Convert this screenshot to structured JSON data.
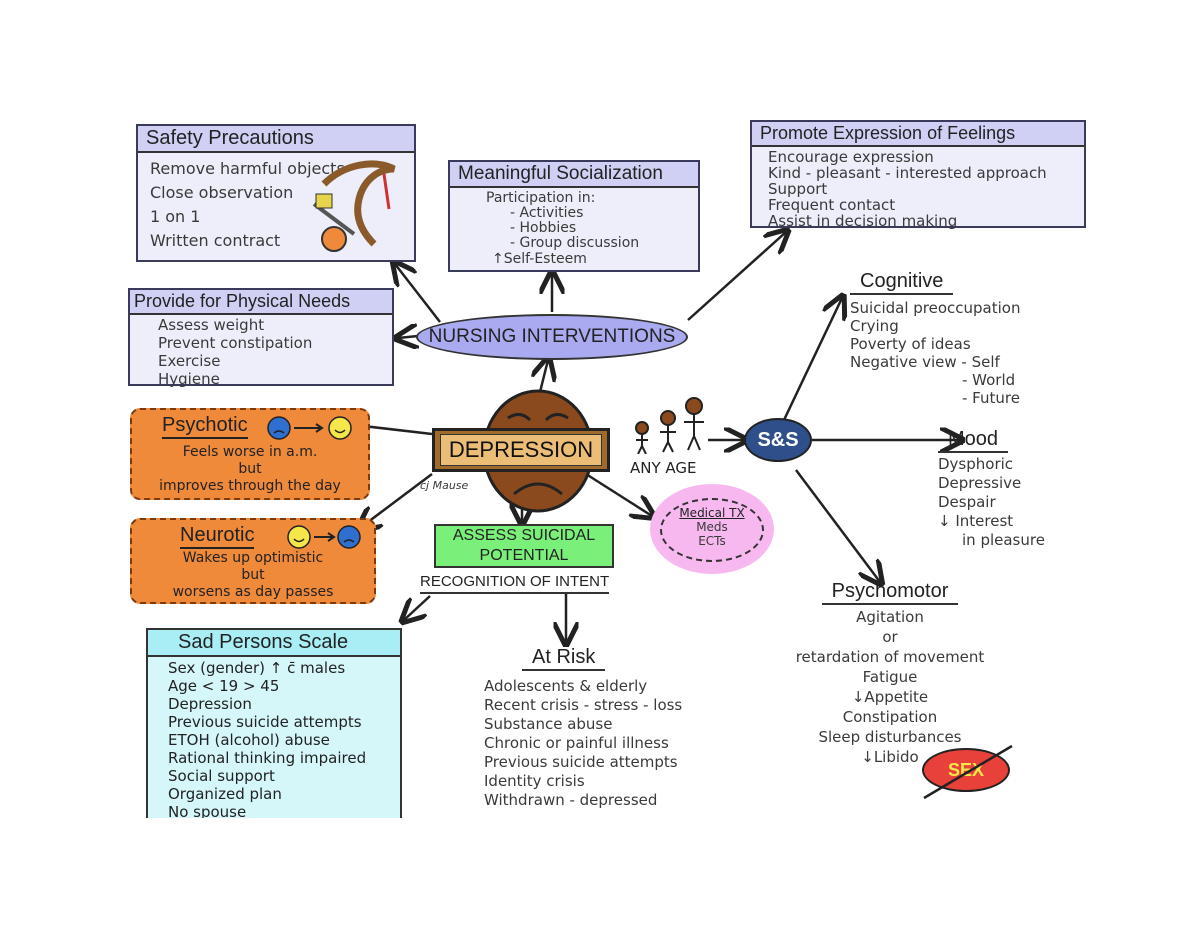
{
  "safety": {
    "title": "Safety Precautions",
    "items": [
      "Remove harmful objects",
      "Close observation",
      "1 on 1",
      "Written contract"
    ]
  },
  "socialization": {
    "title": "Meaningful Socialization",
    "lead": "Participation in:",
    "items": [
      "- Activities",
      "- Hobbies",
      "- Group discussion"
    ],
    "last": "↑Self-Esteem"
  },
  "feelings": {
    "title": "Promote Expression of Feelings",
    "items": [
      "Encourage expression",
      "Kind - pleasant - interested approach",
      "Support",
      "Frequent contact",
      "Assist in decision making"
    ]
  },
  "physical": {
    "title": "Provide for Physical Needs",
    "items": [
      "Assess weight",
      "Prevent constipation",
      "Exercise",
      "Hygiene"
    ]
  },
  "nursing": {
    "label": "NURSING INTERVENTIONS"
  },
  "depression": {
    "label": "DEPRESSION",
    "signature": "cj Mause",
    "any_age": "ANY AGE"
  },
  "psychotic": {
    "title": "Psychotic",
    "lines": [
      "Feels worse in a.m.",
      "but",
      "improves through the day"
    ]
  },
  "neurotic": {
    "title": "Neurotic",
    "lines": [
      "Wakes up optimistic",
      "but",
      "worsens as day passes"
    ]
  },
  "assess": {
    "title_lines": [
      "ASSESS SUICIDAL",
      "POTENTIAL"
    ],
    "recognition": "RECOGNITION OF INTENT"
  },
  "medical": {
    "title": "Medical TX",
    "items": [
      "Meds",
      "ECTs"
    ]
  },
  "ss": {
    "label": "S&S"
  },
  "cognitive": {
    "title": "Cognitive",
    "items": [
      "Suicidal preoccupation",
      "Crying",
      "Poverty of ideas",
      "Negative view  - Self",
      "- World",
      "- Future"
    ]
  },
  "mood": {
    "title": "Mood",
    "items": [
      "Dysphoric",
      "Depressive",
      "Despair",
      "↓ Interest",
      "in pleasure"
    ]
  },
  "psychomotor": {
    "title": "Psychomotor",
    "items": [
      "Agitation",
      "or",
      "retardation of movement",
      "Fatigue",
      "↓Appetite",
      "Constipation",
      "Sleep disturbances",
      "↓Libido"
    ],
    "badge": "SEX"
  },
  "sad": {
    "title": "Sad Persons Scale",
    "items": [
      "Sex (gender) ↑ c̄ males",
      "Age < 19 > 45",
      "Depression",
      "Previous suicide attempts",
      "ETOH (alcohol) abuse",
      "Rational thinking impaired",
      "Social support",
      "Organized plan",
      "No spouse"
    ]
  },
  "risk": {
    "title": "At Risk",
    "items": [
      "Adolescents & elderly",
      "Recent crisis - stress - loss",
      "Substance abuse",
      "Chronic or painful illness",
      "Previous suicide attempts",
      "Identity crisis",
      "Withdrawn - depressed"
    ]
  },
  "colors": {
    "lavender": "#cfd0f4",
    "orange": "#f08a3b",
    "green": "#7af07a",
    "pink": "#f7b8f0",
    "navy": "#2f4f8a",
    "cyan": "#a9eef5",
    "red": "#e8413a"
  }
}
